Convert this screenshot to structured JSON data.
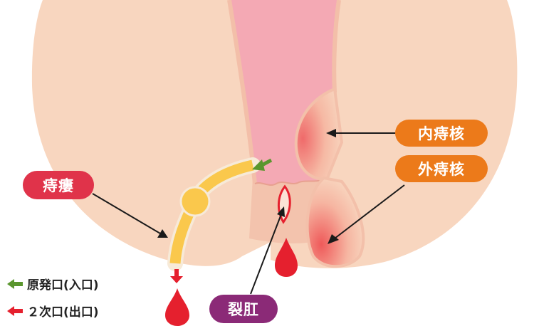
{
  "labels": {
    "internal": "内痔核",
    "external": "外痔核",
    "fistula": "痔瘻",
    "fissure": "裂肛"
  },
  "legend": {
    "primary": "原発口(入口)",
    "secondary": "２次口(出口)"
  },
  "colors": {
    "skin": "#f8d6bf",
    "rectum": "#f4a9b4",
    "fistula_tract": "#fac84c",
    "blood": "#e5202e",
    "primary_arrow": "#5a962e",
    "secondary_arrow": "#e5202e",
    "pill_orange": "#ec7a1a",
    "pill_red": "#e0334a",
    "pill_purple": "#8b2a77"
  }
}
